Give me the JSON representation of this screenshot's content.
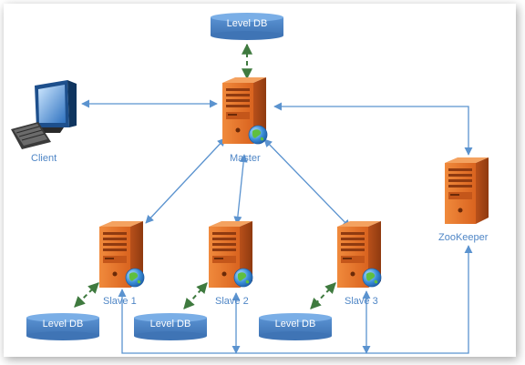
{
  "nodes": {
    "master": {
      "label": "Master"
    },
    "client": {
      "label": "Client"
    },
    "zookeeper": {
      "label": "ZooKeeper"
    },
    "slave1": {
      "label": "Slave 1"
    },
    "slave2": {
      "label": "Slave 2"
    },
    "slave3": {
      "label": "Slave 3"
    }
  },
  "databases": {
    "master_db": {
      "label": "Level DB"
    },
    "slave1_db": {
      "label": "Level DB"
    },
    "slave2_db": {
      "label": "Level DB"
    },
    "slave3_db": {
      "label": "Level DB"
    }
  },
  "colors": {
    "connector": "#5b93cf",
    "db_link": "#3f7a3f",
    "server_orange": "#e5782f",
    "db_fill": "#4f86c6",
    "label": "#4f86c6"
  },
  "icons": {
    "server": "server-icon",
    "globe": "globe-icon",
    "computer": "computer-icon",
    "database": "database-icon"
  }
}
